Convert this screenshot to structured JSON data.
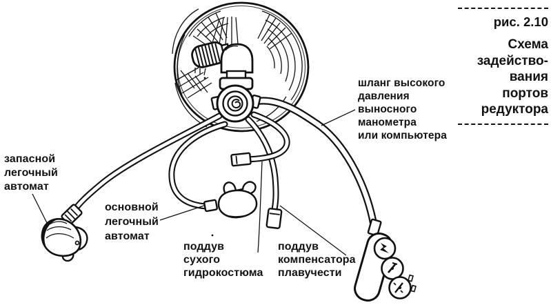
{
  "figure": {
    "number": "рис. 2.10",
    "title": "Схема\nзадейство-\nвания\nпортов\nредуктора"
  },
  "labels": {
    "spare_regulator": "запасной\nлегочный\nавтомат",
    "main_regulator": "основной\nлегочный\nавтомат",
    "drysuit_inflation": "поддув\nсухого\nгидрокостюма",
    "bc_inflation": "поддув\nкомпенсатора\nплавучести",
    "hp_hose": "шланг высокого\nдавления\nвыносного\nманометра\nили компьютера"
  },
  "colors": {
    "ink": "#111111",
    "background": "#ffffff"
  }
}
